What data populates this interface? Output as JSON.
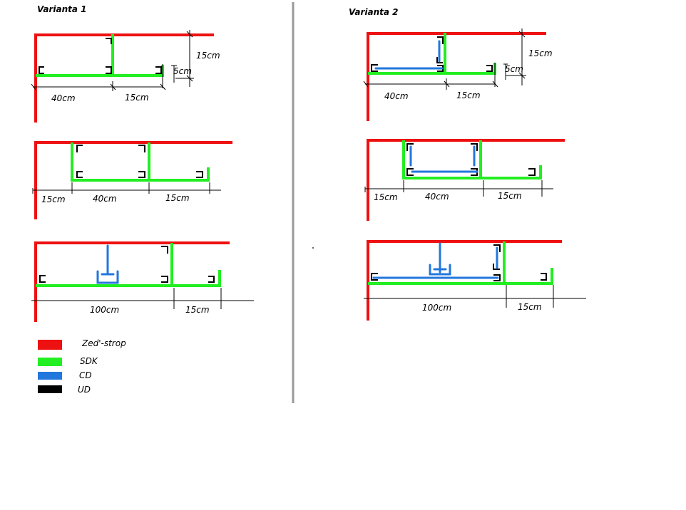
{
  "variants": [
    {
      "title": "Varianta 1"
    },
    {
      "title": "Varianta 2"
    }
  ],
  "dimensions": {
    "v1r1": [
      "15cm",
      "5cm",
      "40cm",
      "15cm"
    ],
    "v1r2": [
      "15cm",
      "40cm",
      "15cm"
    ],
    "v1r3": [
      "100cm",
      "15cm"
    ],
    "v2r1": [
      "15cm",
      "5cm",
      "40cm",
      "15cm"
    ],
    "v2r2": [
      "15cm",
      "40cm",
      "15cm"
    ],
    "v2r3": [
      "100cm",
      "15cm"
    ]
  },
  "legend": [
    {
      "label": "Zed'-strop",
      "color": "#ee1111"
    },
    {
      "label": "SDK",
      "color": "#22ee22"
    },
    {
      "label": "CD",
      "color": "#2277dd"
    },
    {
      "label": "UD",
      "color": "#000000"
    }
  ]
}
